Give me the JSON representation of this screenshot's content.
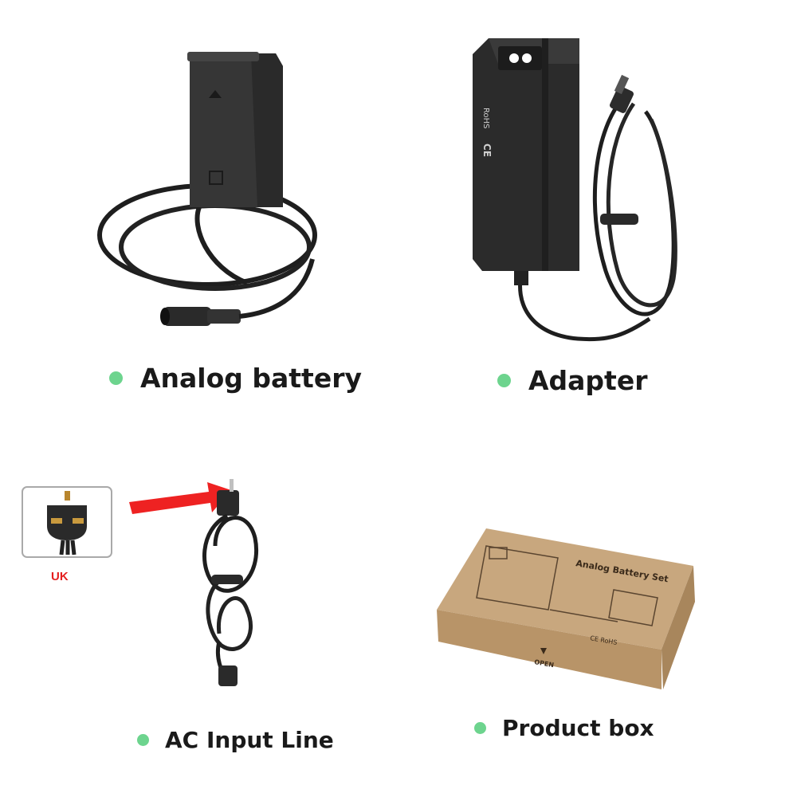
{
  "items": [
    {
      "label": "Analog battery"
    },
    {
      "label": "Adapter"
    },
    {
      "label": "AC Input Line"
    },
    {
      "label": "Product box"
    }
  ],
  "plug": {
    "label": "UK"
  },
  "adapter_markings": {
    "rohs": "RoHS",
    "ce": "CE"
  },
  "box_markings": {
    "title": "Analog Battery Set",
    "open": "OPEN",
    "certs": "CE RoHS"
  },
  "colors": {
    "bullet": "#6dd48e",
    "uk_label": "#e41f1f",
    "arrow": "#ee2222",
    "cardboard": "#c8a77e",
    "device": "#2b2b2b"
  }
}
